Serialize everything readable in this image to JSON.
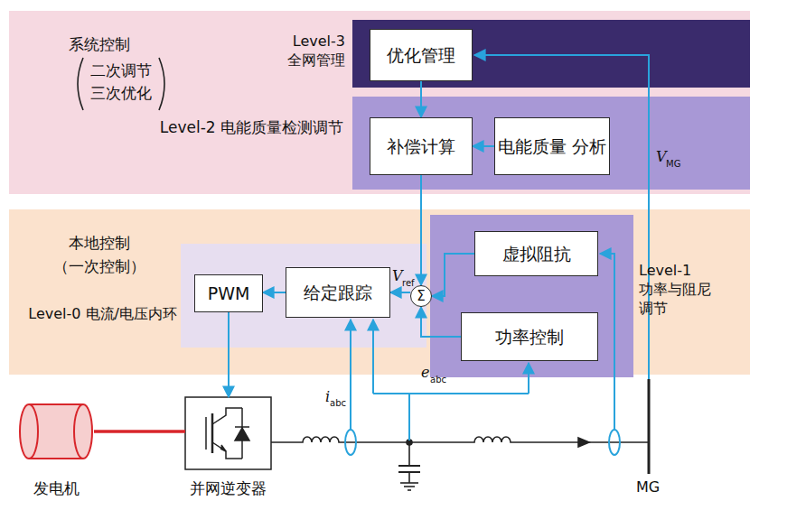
{
  "diagram": {
    "nodes": [
      {
        "text": [
          "系统控制",
          "二次调节 三次优化"
        ]
      },
      {
        "text": [
          "Level-3 全网管理"
        ],
        "in": 0
      },
      {
        "text": [
          "优化管理"
        ],
        "in": 1
      },
      {
        "text": [
          "Level-2 电能质量检测调节"
        ],
        "in": 0
      },
      {
        "text": [
          "补偿计算"
        ],
        "in": 3
      },
      {
        "text": [
          "电能质量 分析"
        ],
        "in": 3
      },
      {
        "text": [
          "本地控制",
          "（一次控制）"
        ]
      },
      {
        "text": [
          "Level-0 电流/电压内环"
        ],
        "in": 6
      },
      {
        "text": [
          "PWM"
        ],
        "in": 7
      },
      {
        "text": [
          "给定跟踪"
        ],
        "in": 7
      },
      {
        "text": [
          "Level-1 功率与阻尼 调节"
        ],
        "in": 6
      },
      {
        "text": [
          "虚拟阻抗"
        ],
        "in": 10
      },
      {
        "text": [
          "功率控制"
        ],
        "in": 10
      },
      {
        "text": [
          "Σ"
        ],
        "in": 6
      },
      {
        "text": [
          "发电机"
        ]
      },
      {
        "text": [
          "并网逆变器"
        ]
      }
    ],
    "edges": [
      {
        "from": 2,
        "to": 4,
        "arrow": "to"
      },
      {
        "from": 5,
        "to": 4,
        "arrow": "to"
      },
      {
        "from": 4,
        "to": 13,
        "arrow": "to"
      },
      {
        "from": 11,
        "to": 13,
        "arrow": "to"
      },
      {
        "from": 12,
        "to": 13,
        "arrow": "to"
      },
      {
        "from": 13,
        "to": 9,
        "arrow": "to"
      },
      {
        "from": 9,
        "to": 8,
        "arrow": "to"
      },
      {
        "from": 8,
        "to": 15,
        "arrow": "to"
      },
      {
        "from": 14,
        "to": 15,
        "arrow": "none"
      }
    ],
    "labels": [
      "V",
      "ref",
      "i",
      "abc",
      "e",
      "abc",
      "V",
      "MG",
      "MG"
    ]
  }
}
